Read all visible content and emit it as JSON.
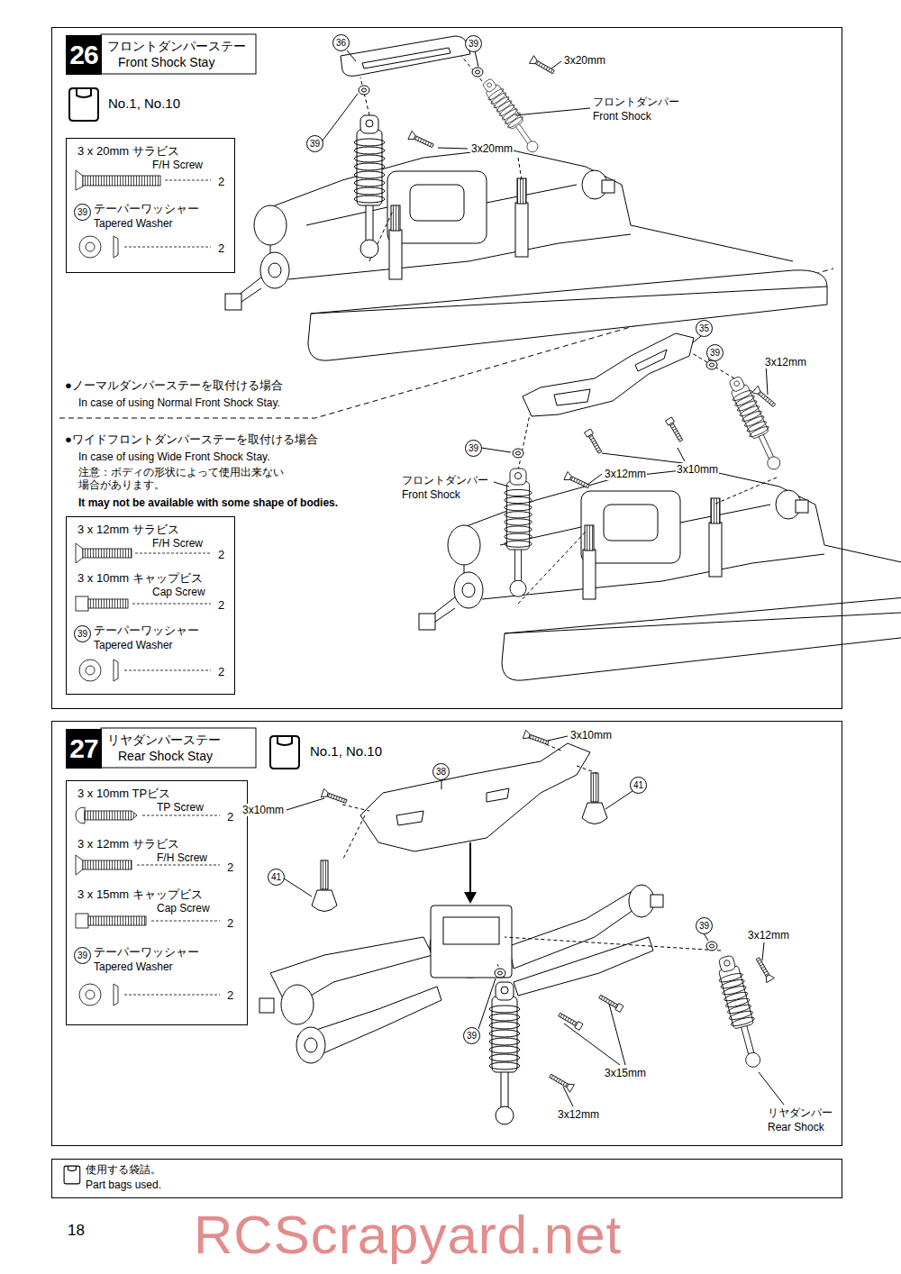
{
  "diagram": {
    "nodes": [
      {
        "text": [
          "26",
          "フロントダンパーステー",
          "Front Shock Stay"
        ]
      },
      {
        "text": [
          "3 x 20mm サラビス",
          "F/H Screw",
          "2",
          "39",
          "テーパーワッシャー",
          "Tapered Washer",
          "2"
        ],
        "in": 0
      },
      {
        "text": [
          "3 x 12mm サラビス",
          "F/H Screw",
          "2",
          "3 x 10mm キャップビス",
          "Cap Screw",
          "2",
          "39",
          "テーパーワッシャー",
          "Tapered Washer",
          "2"
        ],
        "in": 0
      },
      {
        "text": [
          "27",
          "リヤダンパーステー",
          "Rear Shock Stay"
        ]
      },
      {
        "text": [
          "3 x 10mm TPビス",
          "TP Screw",
          "2",
          "3 x 12mm サラビス",
          "F/H Screw",
          "2",
          "3 x 15mm キャップビス",
          "Cap Screw",
          "2",
          "39",
          "テーパーワッシャー",
          "Tapered Washer",
          "2"
        ],
        "in": 3
      },
      {
        "text": [
          "使用する袋詰。",
          "Part bags used."
        ]
      }
    ],
    "labels": [
      "No.1, No.10",
      "No.1, No.10",
      "●ノーマルダンパーステーを取付ける場合",
      "In case of using Normal Front Shock Stay.",
      "●ワイドフロントダンパーステーを取付ける場合",
      "In case of using Wide Front Shock Stay.",
      "注意：ボディの形状によって使用出来ない場合があります。",
      "It may not be available with some shape of bodies.",
      "36",
      "39",
      "3x20mm",
      "フロントダンパー",
      "Front Shock",
      "39",
      "3x20mm",
      "35",
      "39",
      "3x12mm",
      "39",
      "3x12mm",
      "3x10mm",
      "フロントダンパー",
      "Front Shock",
      "3x10mm",
      "38",
      "3x10mm",
      "41",
      "41",
      "39",
      "3x12mm",
      "39",
      "3x15mm",
      "3x12mm",
      "リヤダンパー",
      "Rear Shock",
      "18",
      "RCScrapyard.net"
    ]
  }
}
